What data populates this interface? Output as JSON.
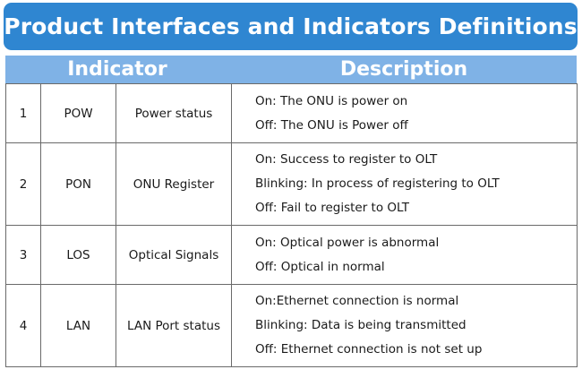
{
  "title": "Product Interfaces and Indicators Definitions",
  "header": {
    "indicator": "Indicator",
    "description": "Description"
  },
  "rows": [
    {
      "num": "1",
      "code": "POW",
      "name": "Power status",
      "lines": [
        "On: The ONU is power on",
        "Off: The ONU is Power off"
      ]
    },
    {
      "num": "2",
      "code": "PON",
      "name": "ONU Register",
      "lines": [
        "On: Success to register to OLT",
        "Blinking: In process of registering to OLT",
        "Off: Fail to register to OLT"
      ]
    },
    {
      "num": "3",
      "code": "LOS",
      "name": "Optical Signals",
      "lines": [
        "On: Optical power is abnormal",
        "Off: Optical in normal"
      ]
    },
    {
      "num": "4",
      "code": "LAN",
      "name": "LAN Port status",
      "lines": [
        "On:Ethernet connection is normal",
        "Blinking: Data is being transmitted",
        "Off: Ethernet connection is not set up"
      ]
    }
  ],
  "colors": {
    "title_bg": "#2f86d1",
    "header_bg": "#7fb2e6",
    "border": "#6a6a6a"
  }
}
